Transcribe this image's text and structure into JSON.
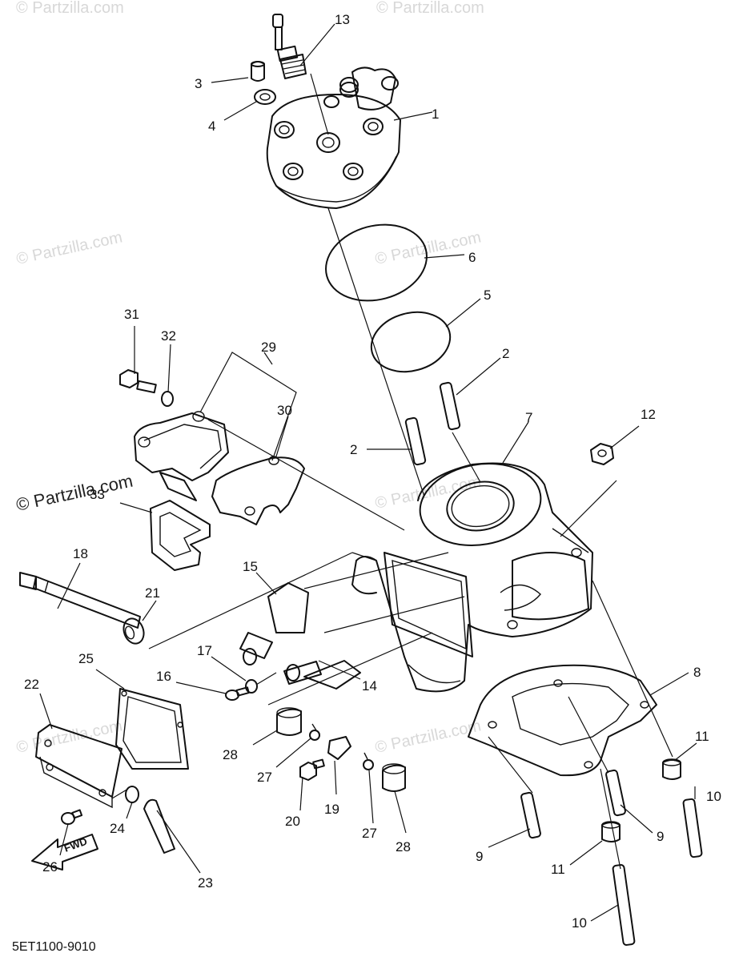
{
  "watermark": {
    "faded": "© Partzilla.com",
    "prominent": "© Partzilla.com"
  },
  "callouts": [
    "1",
    "2",
    "2",
    "3",
    "4",
    "5",
    "6",
    "7",
    "8",
    "9",
    "9",
    "10",
    "10",
    "11",
    "11",
    "12",
    "13",
    "14",
    "15",
    "16",
    "17",
    "18",
    "19",
    "20",
    "21",
    "22",
    "23",
    "24",
    "25",
    "26",
    "27",
    "27",
    "28",
    "28",
    "29",
    "30",
    "31",
    "32",
    "33"
  ],
  "fwd_label": "FWD",
  "diagram_code": "5ET1100-9010",
  "colors": {
    "line": "#111111",
    "watermark": "#d8d8d8",
    "background": "#ffffff"
  }
}
